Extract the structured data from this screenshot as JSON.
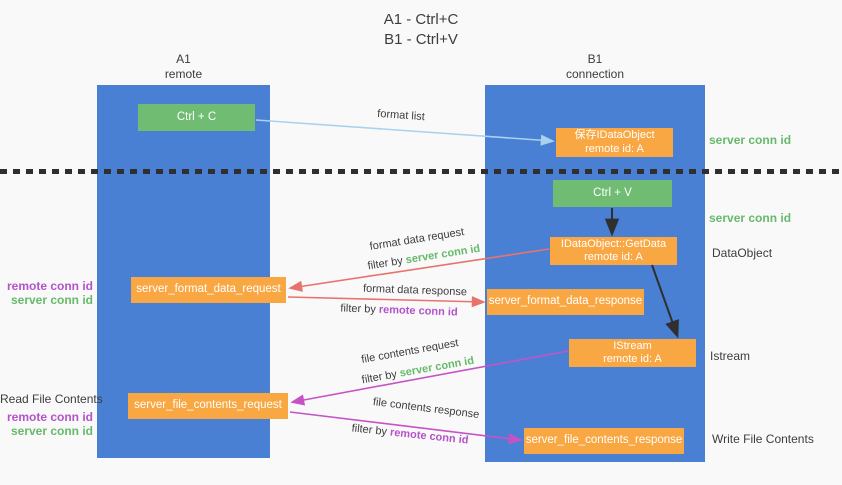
{
  "title": {
    "line1": "A1 - Ctrl+C",
    "line2": "B1 - Ctrl+V"
  },
  "lanes": {
    "left": {
      "header_line1": "A1",
      "header_line2": "remote"
    },
    "right": {
      "header_line1": "B1",
      "header_line2": "connection"
    }
  },
  "nodes": {
    "ctrl_c": {
      "label": "Ctrl + C"
    },
    "ctrl_v": {
      "label": "Ctrl + V"
    },
    "save_dataobject": {
      "line1": "保存IDataObject",
      "line2": "remote id: A"
    },
    "getdata": {
      "line1": "IDataObject::GetData",
      "line2": "remote id: A"
    },
    "istream": {
      "line1": "IStream",
      "line2": "remote id: A"
    },
    "format_request": {
      "label": "server_format_data_request"
    },
    "format_response": {
      "label": "server_format_data_response"
    },
    "file_request": {
      "label": "server_file_contents_request"
    },
    "file_response": {
      "label": "server_file_contents_response"
    }
  },
  "edges": {
    "format_list": {
      "label": "format list"
    },
    "format_data_request": {
      "label": "format data request",
      "filter_prefix": "filter by",
      "filter_key": "server conn id"
    },
    "format_data_response": {
      "label": "format data response",
      "filter_prefix": "filter by",
      "filter_key": "remote conn id"
    },
    "file_contents_request": {
      "label": "file contents request",
      "filter_prefix": "filter by",
      "filter_key": "server conn id"
    },
    "file_contents_response": {
      "label": "file contents response",
      "filter_prefix": "filter by",
      "filter_key": "remote conn id"
    }
  },
  "annotations": {
    "server_conn_id_top": "server conn id",
    "server_conn_id_mid": "server conn id",
    "dataobject": "DataObject",
    "istream": "Istream",
    "write_file_contents": "Write File Contents",
    "read_file_contents": "Read File Contents",
    "left_remote_conn_id": "remote conn id",
    "left_server_conn_id": "server conn id",
    "bottom_left_remote_conn_id": "remote conn id",
    "bottom_left_server_conn_id": "server conn id"
  },
  "colors": {
    "background": "#f9f9f9",
    "lane_blue": "#4a80d4",
    "box_green": "#6fbc72",
    "box_orange": "#f9a742",
    "text_dark": "#3d3d3d",
    "text_green": "#67b96b",
    "text_purple": "#b453c9",
    "arrow_blue": "#a9d2ec",
    "arrow_red": "#e8736d",
    "arrow_magenta": "#c653c6",
    "arrow_black": "#2f2f2f"
  }
}
